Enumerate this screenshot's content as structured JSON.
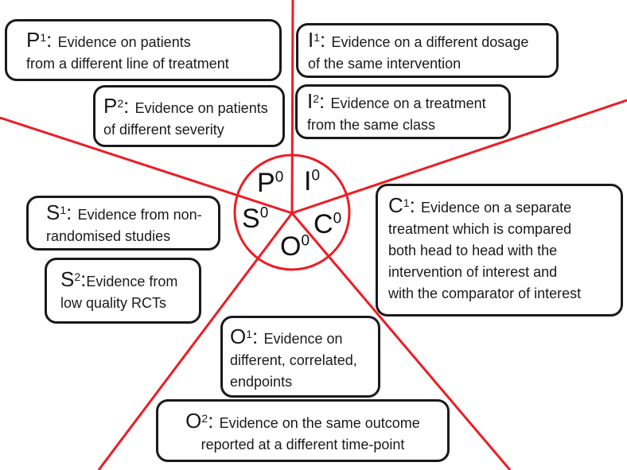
{
  "figure": {
    "title": "PICOS evidence deviation diagram",
    "colors": {
      "ray_red": "#ed1c24",
      "box_border": "#1a1a1a",
      "text": "#1a1a1a",
      "background": "#ffffff"
    },
    "hub": {
      "sectors": [
        {
          "id": "p0",
          "letter": "P",
          "sup": "0"
        },
        {
          "id": "i0",
          "letter": "I",
          "sup": "0"
        },
        {
          "id": "s0",
          "letter": "S",
          "sup": "0"
        },
        {
          "id": "c0",
          "letter": "C",
          "sup": "0"
        },
        {
          "id": "o0",
          "letter": "O",
          "sup": "0"
        }
      ]
    },
    "boxes": {
      "p1": {
        "letter": "P",
        "sup": "1",
        "sep": ": ",
        "lines": [
          "Evidence on patients",
          "from a different line of treatment"
        ]
      },
      "p2": {
        "letter": "P",
        "sup": "2",
        "sep": ": ",
        "lines": [
          "Evidence on patients",
          "of different severity"
        ]
      },
      "i1": {
        "letter": "I",
        "sup": "1",
        "sep": ": ",
        "lines": [
          "Evidence on a different dosage",
          "of the same intervention"
        ]
      },
      "i2": {
        "letter": "I",
        "sup": "2",
        "sep": ": ",
        "lines": [
          "Evidence on a treatment",
          "from the same class"
        ]
      },
      "s1": {
        "letter": "S",
        "sup": "1",
        "sep": ": ",
        "lines": [
          "Evidence from non-",
          "randomised studies"
        ]
      },
      "s2": {
        "letter": "S",
        "sup": "2",
        "sep": ":",
        "lines": [
          "Evidence from",
          "low quality RCTs"
        ]
      },
      "c1": {
        "letter": "C",
        "sup": "1",
        "sep": ": ",
        "lines": [
          "Evidence on a separate",
          "treatment which is compared",
          "both head to head with the",
          "intervention of interest and",
          "with the comparator of interest"
        ]
      },
      "o1": {
        "letter": "O",
        "sup": "1",
        "sep": ": ",
        "lines": [
          "Evidence on",
          "different, correlated,",
          "endpoints"
        ]
      },
      "o2": {
        "letter": "O",
        "sup": "2",
        "sep": ": ",
        "lines": [
          "Evidence on the same outcome",
          "reported at a different time-point"
        ]
      }
    }
  }
}
